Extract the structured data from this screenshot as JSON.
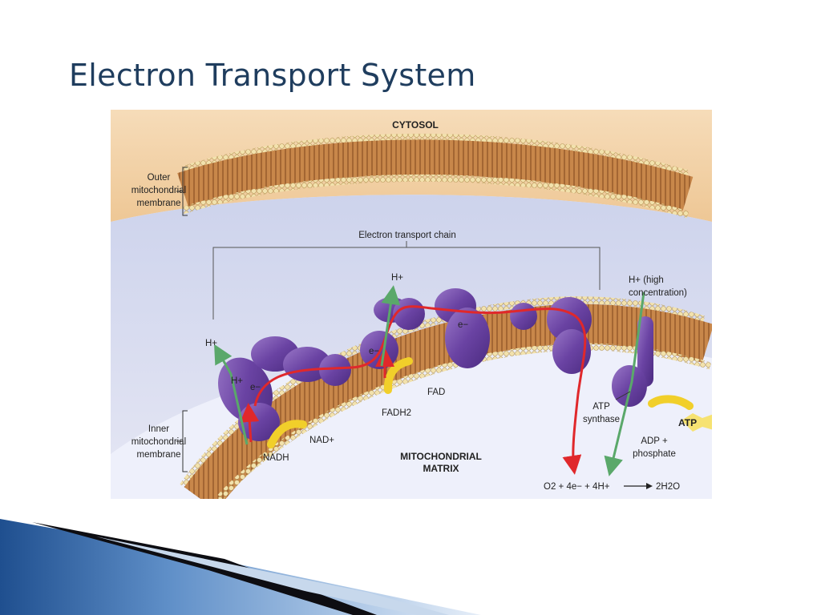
{
  "slide": {
    "title": "Electron Transport System"
  },
  "diagram": {
    "cytosol": "CYTOSOL",
    "outer_membrane": [
      "Outer",
      "mitochondrial",
      "membrane"
    ],
    "inner_membrane": [
      "Inner",
      "mitochondrial",
      "membrane"
    ],
    "etc": "Electron transport chain",
    "h_plus": "H+",
    "e_minus": "e−",
    "h_high": [
      "H+ (high",
      "concentration)"
    ],
    "nadh": "NADH",
    "nad": "NAD+",
    "fad": "FAD",
    "fadh2": "FADH2",
    "atp_synthase": [
      "ATP",
      "synthase"
    ],
    "atp": "ATP",
    "adp": [
      "ADP +",
      "phosphate"
    ],
    "matrix": [
      "MITOCHONDRIAL",
      "MATRIX"
    ],
    "equation_left": "O2 + 4e− + 4H+",
    "equation_right": "2H2O"
  }
}
